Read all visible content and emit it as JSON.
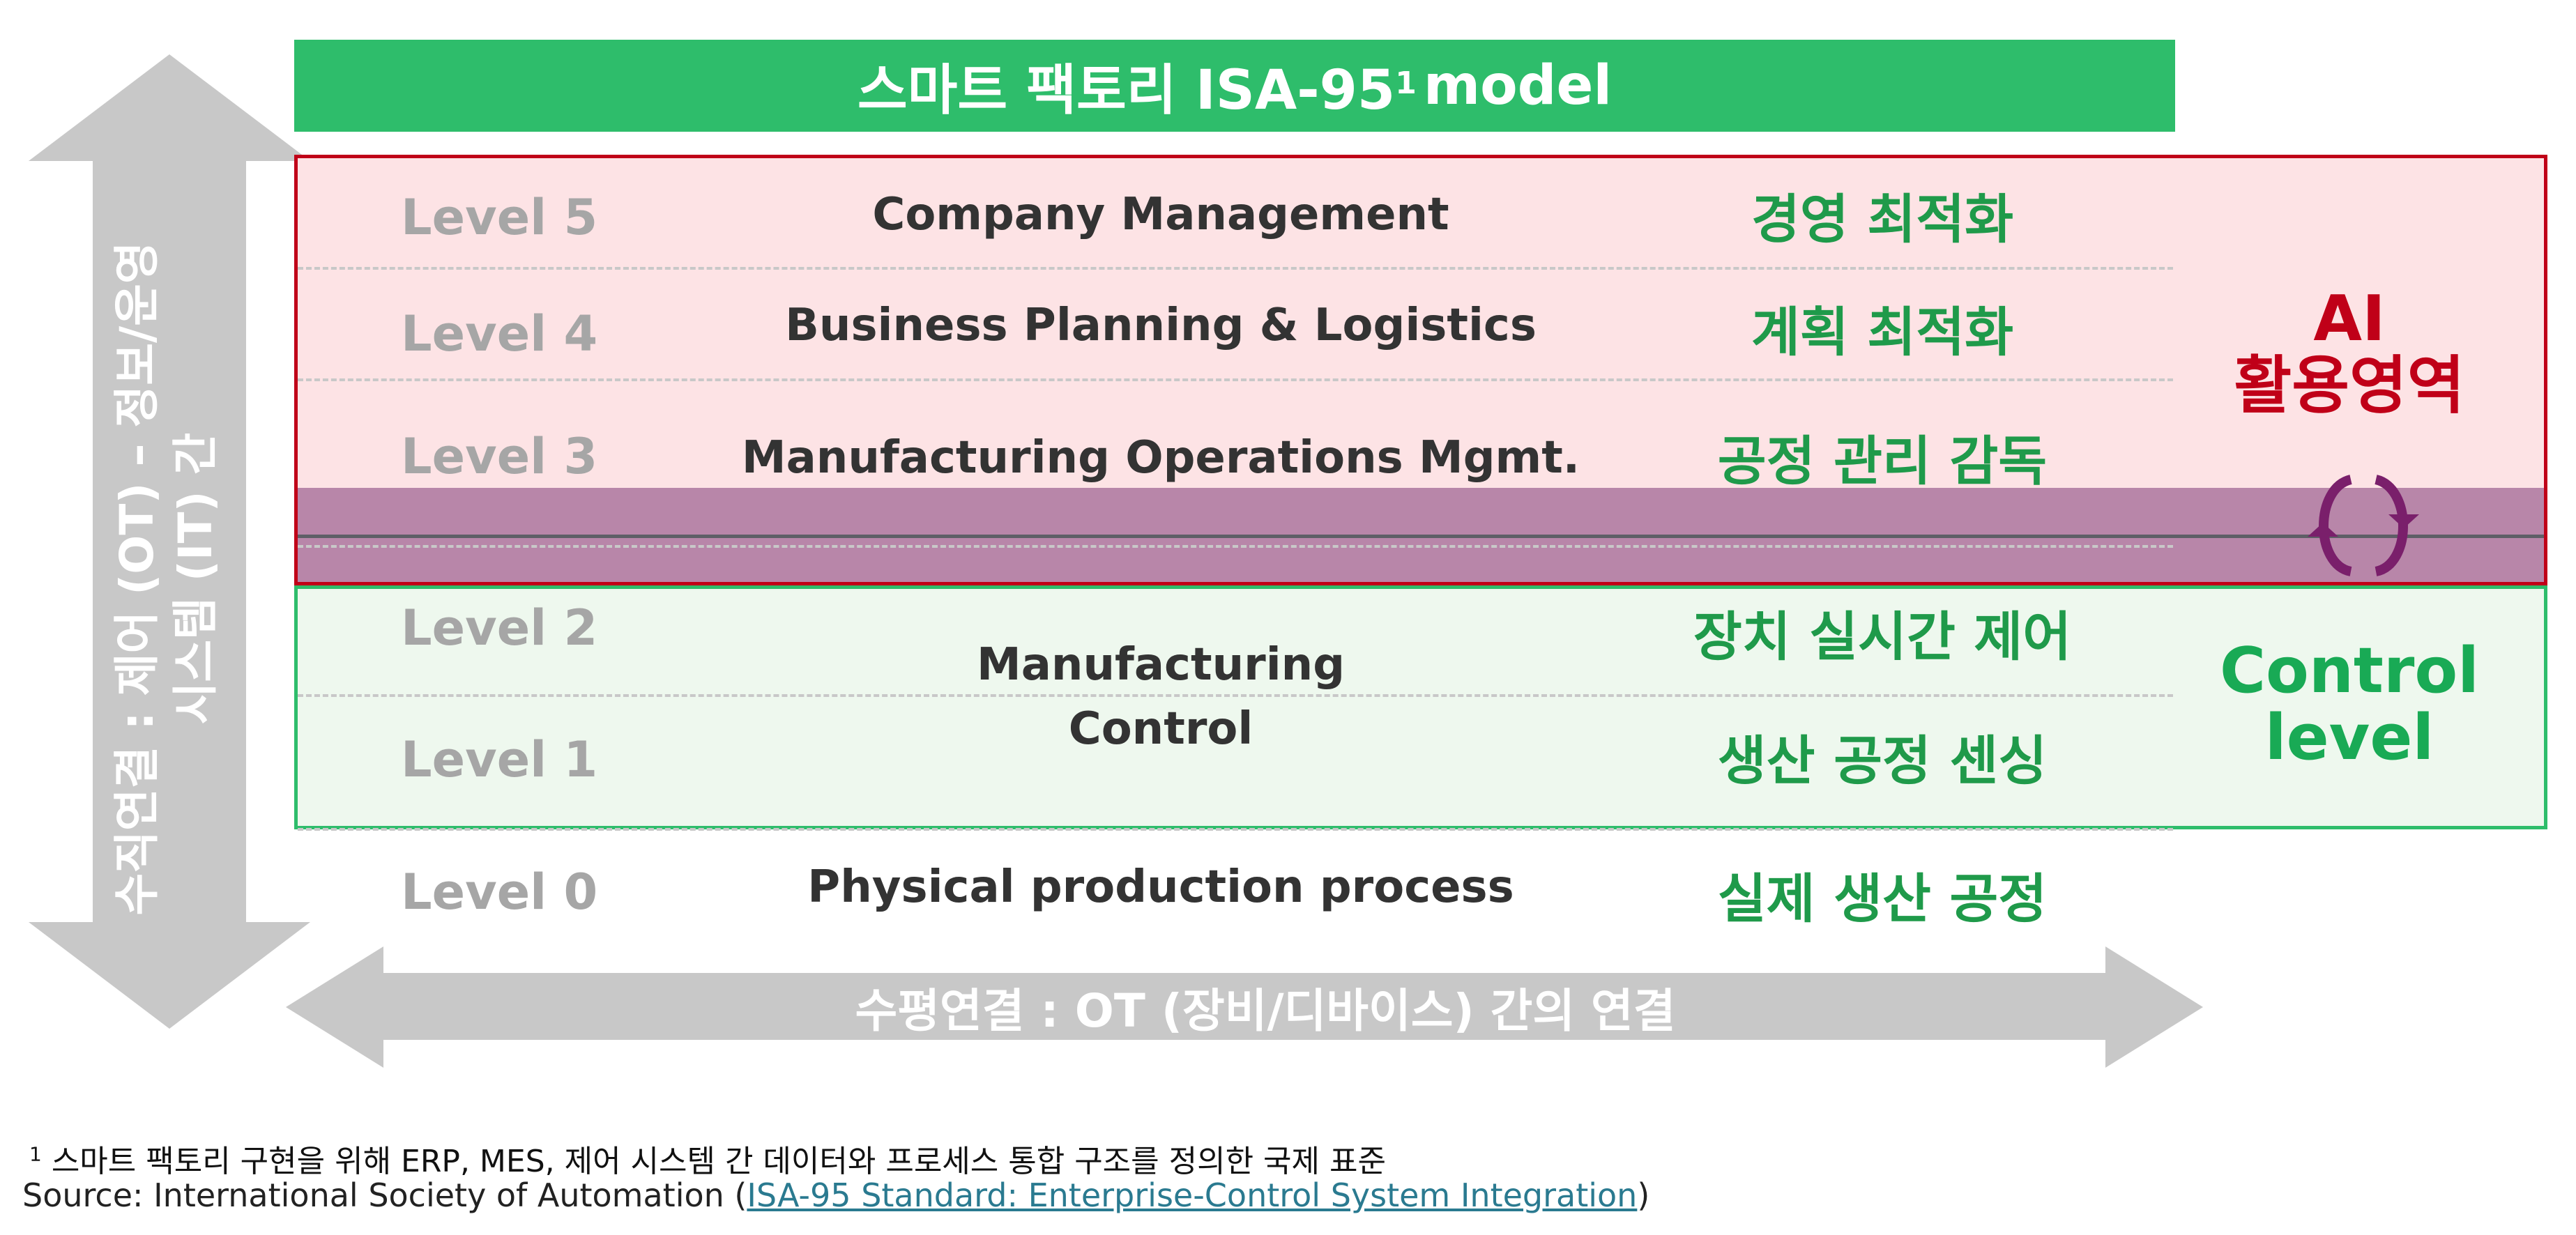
{
  "title": {
    "text": "스마트 팩토리 ISA-95",
    "sup": "1",
    "suffix": "model"
  },
  "levels": [
    {
      "level": "Level 5",
      "en": "Company Management",
      "ko": "경영 최적화"
    },
    {
      "level": "Level 4",
      "en": "Business Planning & Logistics",
      "ko": "계획 최적화"
    },
    {
      "level": "Level 3",
      "en": "Manufacturing Operations Mgmt.",
      "ko": "공정 관리 감독"
    },
    {
      "level": "Level 2",
      "en": "",
      "ko": "장치 실시간 제어"
    },
    {
      "level": "Level 1",
      "en": "",
      "ko": "생산 공정 센싱"
    },
    {
      "level": "Level 0",
      "en": "Physical production process",
      "ko": "실제 생산 공정"
    }
  ],
  "manufacturing_control": {
    "line1": "Manufacturing",
    "line2": "Control"
  },
  "zones": {
    "ai": {
      "line1": "AI",
      "line2": "활용영역"
    },
    "control": {
      "line1": "Control",
      "line2": "level"
    }
  },
  "vertical_arrow": {
    "line1": "수직연결 : 제어 (OT) – 정보/운영",
    "line2": "시스템 (IT) 간"
  },
  "horizontal_arrow": {
    "text": "수평연결 : OT (장비/디바이스) 간의 연결"
  },
  "footnote": {
    "mark": "1",
    "text": "스마트 팩토리 구현을 위해 ERP, MES, 제어 시스템 간 데이터와 프로세스 통합 구조를 정의한 국제 표준"
  },
  "source": {
    "prefix": "Source: International Society of Automation (",
    "link": "ISA-95 Standard: Enterprise-Control System Integration",
    "suffix": ")"
  },
  "colors": {
    "green": "#2ebd6b",
    "red": "#c00018",
    "purple": "#b886a9",
    "arrow_gray": "#c8c8c8"
  },
  "icons": {
    "cycle": "cycle-arrows-icon"
  }
}
